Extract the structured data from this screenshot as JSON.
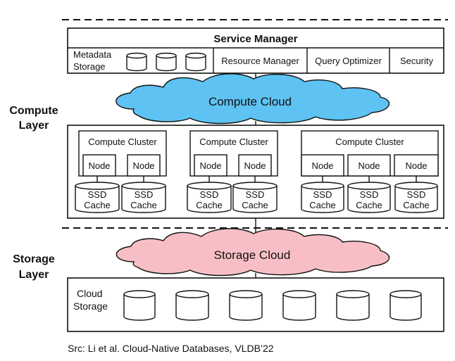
{
  "service_manager": {
    "title": "Service Manager",
    "metadata_storage": [
      "Metadata",
      "Storage"
    ],
    "resource_manager": "Resource Manager",
    "query_optimizer": "Query Optimizer",
    "security": "Security"
  },
  "compute_layer": {
    "label": [
      "Compute",
      "Layer"
    ],
    "cloud_label": "Compute Cloud",
    "cluster_label": "Compute Cluster",
    "node_label": "Node",
    "cache_label": [
      "SSD",
      "Cache"
    ]
  },
  "storage_layer": {
    "label": [
      "Storage",
      "Layer"
    ],
    "cloud_label": "Storage Cloud",
    "cloud_storage": [
      "Cloud",
      "Storage"
    ]
  },
  "caption": "Src: Li et al. Cloud-Native Databases, VLDB’22",
  "colors": {
    "compute_cloud": "#5ec3f2",
    "storage_cloud": "#f7bfc5",
    "lines": "#111111"
  }
}
